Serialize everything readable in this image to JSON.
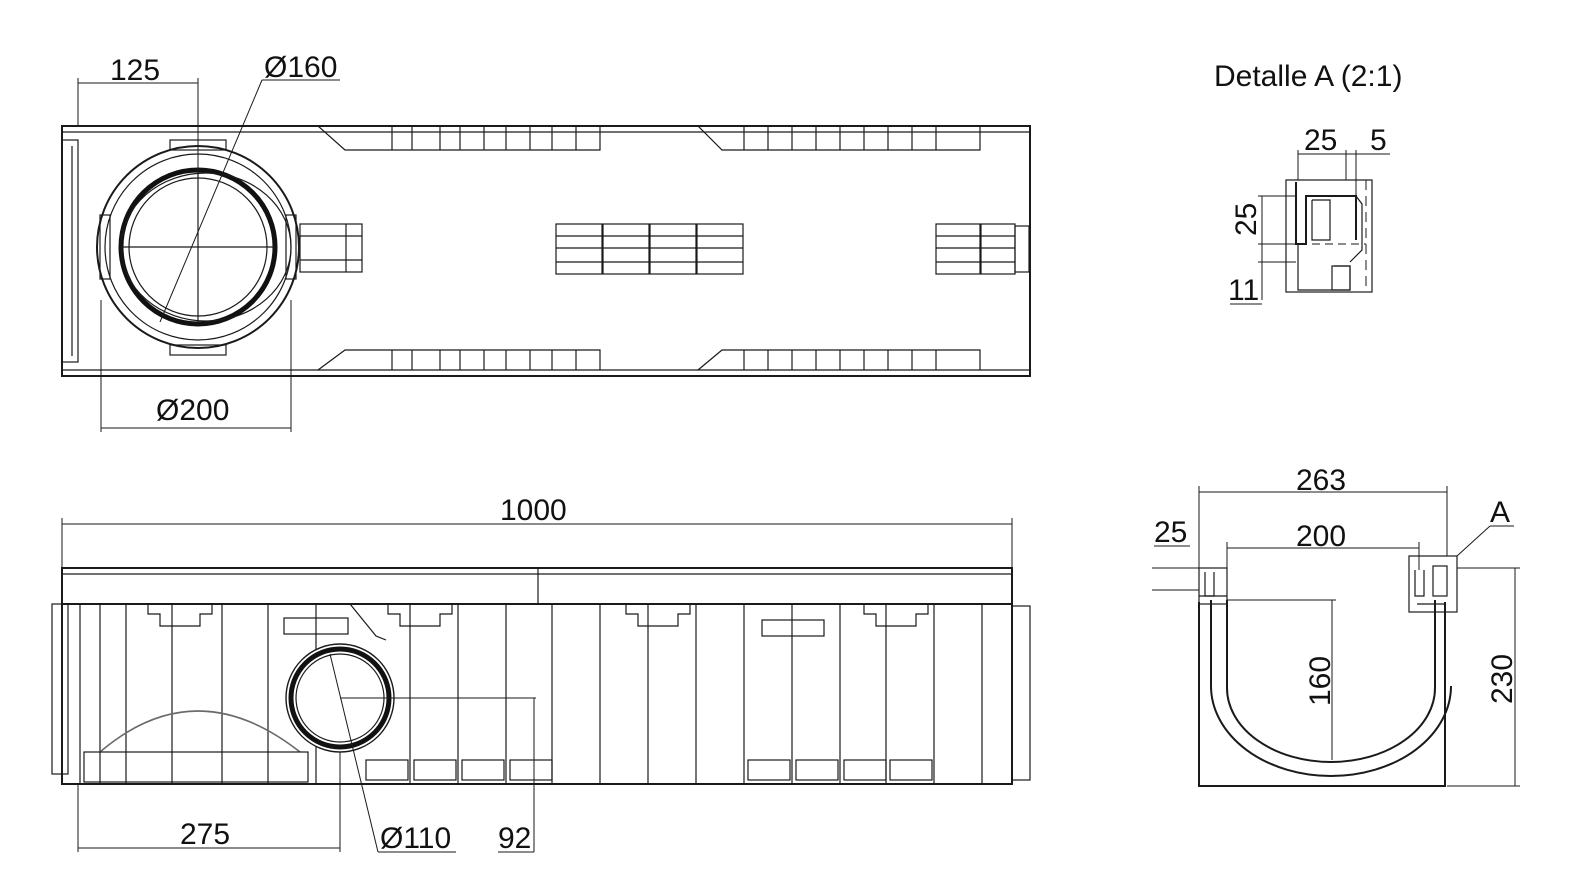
{
  "drawing": {
    "top_view": {
      "dim_125": "125",
      "dim_d160": "Ø160",
      "dim_d200": "Ø200"
    },
    "side_view": {
      "dim_1000": "1000",
      "dim_275": "275",
      "dim_d110": "Ø110",
      "dim_92": "92"
    },
    "detail": {
      "title": "Detalle A (2:1)",
      "dim_25_top": "25",
      "dim_5": "5",
      "dim_25_left": "25",
      "dim_11": "11"
    },
    "section": {
      "dim_263": "263",
      "dim_200": "200",
      "dim_25": "25",
      "label_a": "A",
      "dim_160": "160",
      "dim_230": "230"
    }
  }
}
